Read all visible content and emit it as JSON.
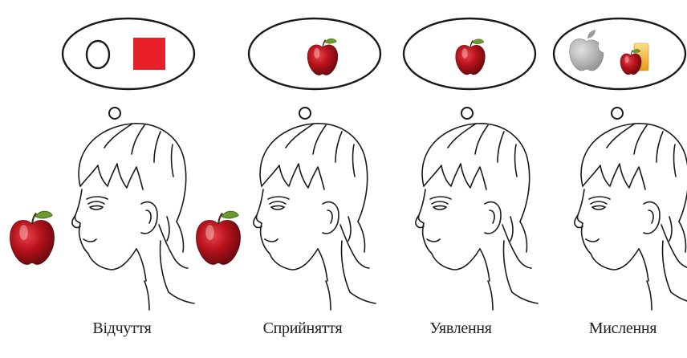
{
  "captions": [
    "Відчуття",
    "Сприйняття",
    "Уявлення",
    "Мислення"
  ],
  "colors": {
    "apple_red": "#b5121b",
    "apple_dark": "#6e0a0f",
    "leaf_green": "#5a8a2a",
    "square_red": "#e8202a",
    "grey_apple": "#a9a9a9",
    "juice_yellow": "#f2b632",
    "line": "#1a1a1a"
  },
  "bubble_contents": [
    [
      "circle-outline",
      "red-square"
    ],
    [
      "red-apple"
    ],
    [
      "red-apple"
    ],
    [
      "grey-apple-logo",
      "apple-with-juice"
    ]
  ]
}
